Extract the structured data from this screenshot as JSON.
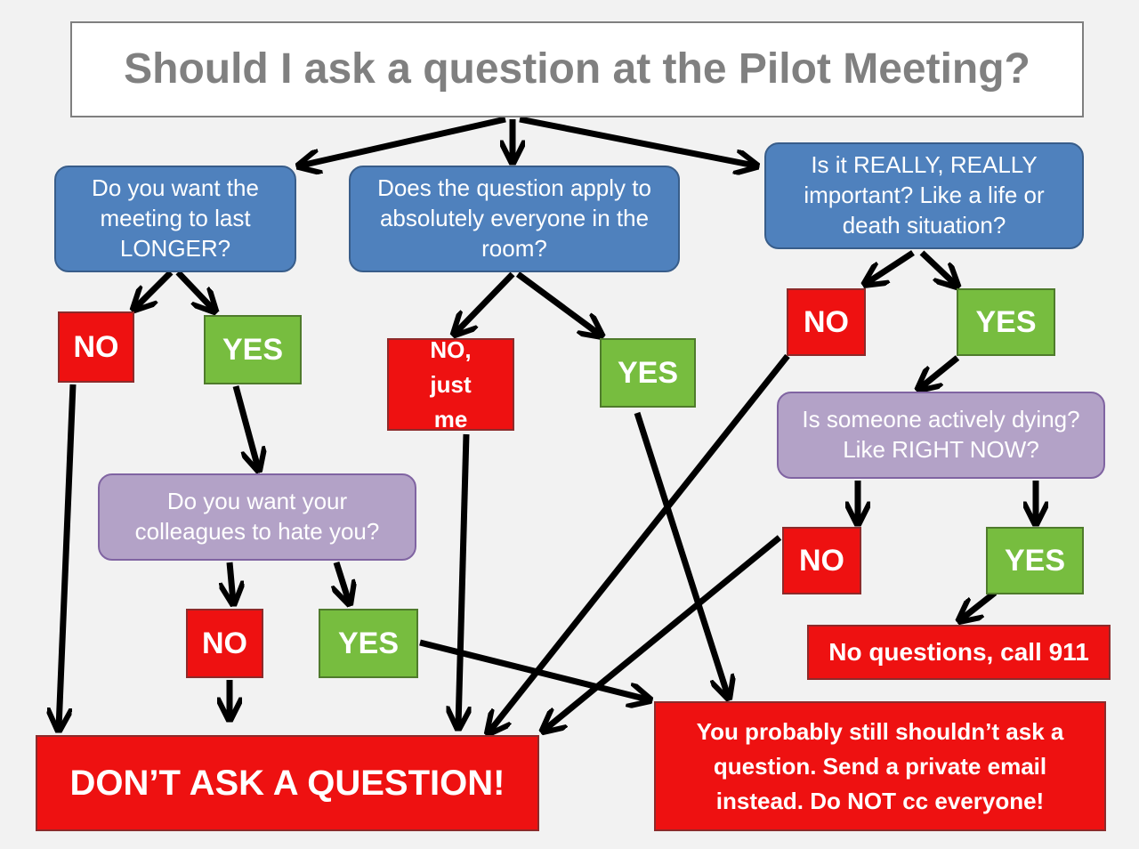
{
  "title": "Should I ask a question at the Pilot Meeting?",
  "questions": {
    "longer": "Do you want the meeting to last LONGER?",
    "apply": "Does the question apply to absolutely everyone in the room?",
    "important": "Is it REALLY, REALLY important? Like a life or death situation?",
    "hate": "Do you want your colleagues to hate you?",
    "dying": "Is someone actively dying? Like RIGHT NOW?"
  },
  "answers": {
    "no": "NO",
    "yes": "YES",
    "no_just_me": "NO, just me"
  },
  "outcomes": {
    "dont_ask": "DON’T ASK A QUESTION!",
    "call_911": "No questions, call 911",
    "private_email": "You probably still shouldn’t ask a question. Send a private email instead.  Do NOT cc everyone!"
  },
  "colors": {
    "question_blue": "#4f81bd",
    "question_lavender": "#b3a2c7",
    "no_red": "#ee1111",
    "yes_green": "#77bd3f",
    "title_text": "#808080"
  }
}
